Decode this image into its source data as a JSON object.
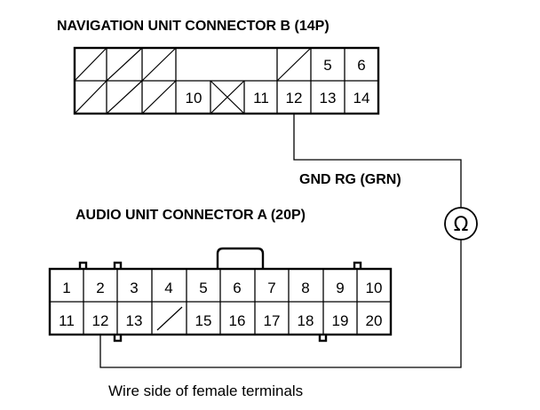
{
  "nav_connector": {
    "title": "NAVIGATION UNIT CONNECTOR B (14P)",
    "pins": {
      "p5": "5",
      "p6": "6",
      "p10": "10",
      "p11": "11",
      "p12": "12",
      "p13": "13",
      "p14": "14"
    }
  },
  "wire_label": "GND RG (GRN)",
  "meter_symbol": "Ω",
  "audio_connector": {
    "title": "AUDIO UNIT CONNECTOR A (20P)",
    "pins": {
      "p1": "1",
      "p2": "2",
      "p3": "3",
      "p4": "4",
      "p5": "5",
      "p6": "6",
      "p7": "7",
      "p8": "8",
      "p9": "9",
      "p10": "10",
      "p11": "11",
      "p12": "12",
      "p13": "13",
      "p15": "15",
      "p16": "16",
      "p17": "17",
      "p18": "18",
      "p19": "19",
      "p20": "20"
    }
  },
  "caption": "Wire side of female terminals"
}
